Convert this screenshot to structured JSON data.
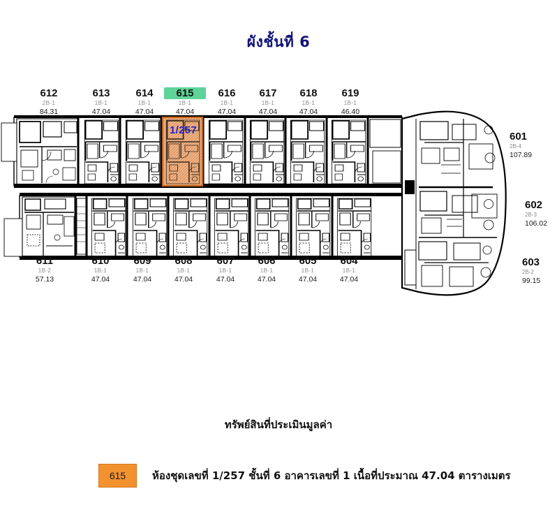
{
  "title": "ผังชั้นที่ 6",
  "captions": {
    "valuation": "ทรัพย์สินที่ประเมินมูลค่า"
  },
  "legend": {
    "swatch_label": "615",
    "description": "ห้องชุดเลขที่ 1/257 ชั้นที่ 6 อาคารเลขที่ 1  เนื้อที่ประมาณ 47.04  ตารางเมตร",
    "swatch_fill": "#f2922f",
    "swatch_border": "#d8741c"
  },
  "highlight": {
    "room_code": "1/257",
    "unit_number": "615",
    "fill": "#eeb184",
    "outline": "#c2651b",
    "label_color": "#2222cc",
    "number_highlight": "#5ed498"
  },
  "colors": {
    "title": "#11117a",
    "wall": "#000000",
    "background": "#ffffff"
  },
  "units_top": [
    {
      "number": "612",
      "type": "2B-1",
      "area": "84.31"
    },
    {
      "number": "613",
      "type": "1B-1",
      "area": "47.04"
    },
    {
      "number": "614",
      "type": "1B-1",
      "area": "47.04"
    },
    {
      "number": "615",
      "type": "1B-1",
      "area": "47.04"
    },
    {
      "number": "616",
      "type": "1B-1",
      "area": "47.04"
    },
    {
      "number": "617",
      "type": "1B-1",
      "area": "47.04"
    },
    {
      "number": "618",
      "type": "1B-1",
      "area": "47.04"
    },
    {
      "number": "619",
      "type": "1B-1",
      "area": "46.40"
    }
  ],
  "units_bottom": [
    {
      "number": "611",
      "type": "1B-2",
      "area": "57.13"
    },
    {
      "number": "610",
      "type": "1B-1",
      "area": "47.04"
    },
    {
      "number": "609",
      "type": "1B-1",
      "area": "47.04"
    },
    {
      "number": "608",
      "type": "1B-1",
      "area": "47.04"
    },
    {
      "number": "607",
      "type": "1B-1",
      "area": "47.04"
    },
    {
      "number": "606",
      "type": "1B-1",
      "area": "47.04"
    },
    {
      "number": "605",
      "type": "1B-1",
      "area": "47.04"
    },
    {
      "number": "604",
      "type": "1B-1",
      "area": "47.04"
    }
  ],
  "units_side": [
    {
      "number": "601",
      "type": "2B-4",
      "area": "107.89"
    },
    {
      "number": "602",
      "type": "2B-3",
      "area": "106.02"
    },
    {
      "number": "603",
      "type": "2B-2",
      "area": "99.15"
    }
  ]
}
